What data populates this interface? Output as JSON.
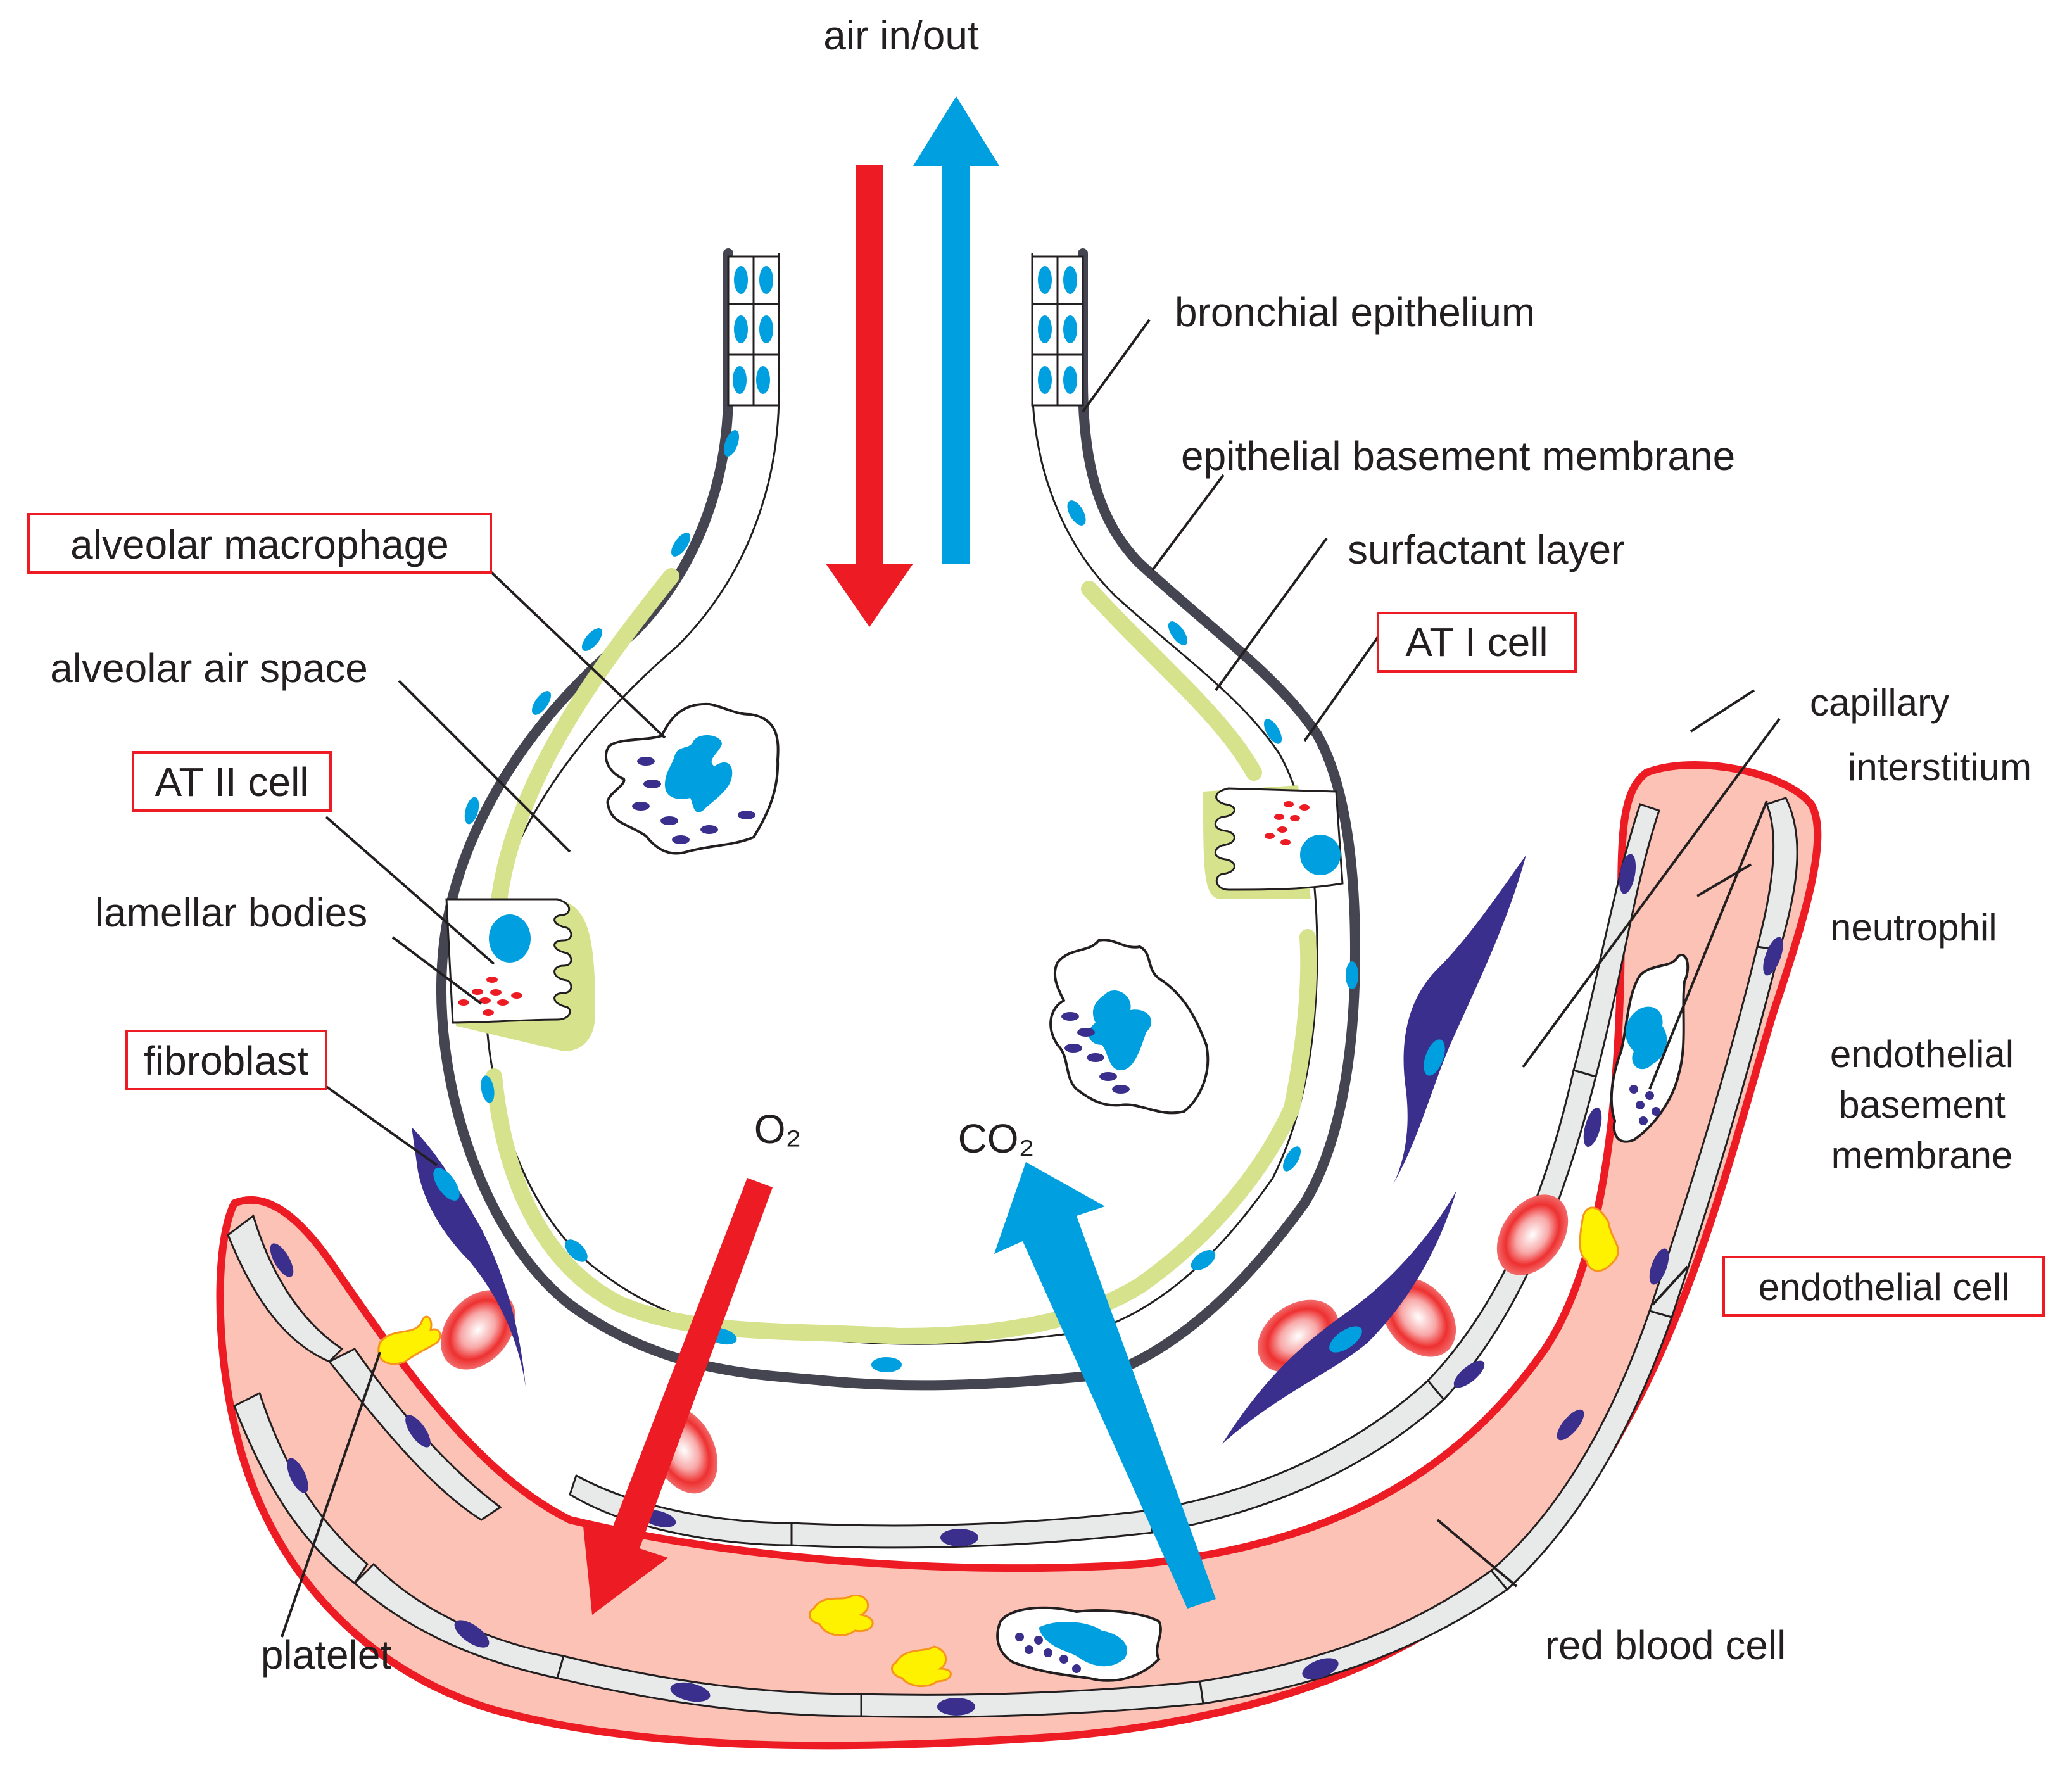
{
  "title": "Alveolar-capillary gas exchange diagram",
  "top_label": "air in/out",
  "gas_labels": {
    "o2": "O₂",
    "co2": "CO₂"
  },
  "labels": {
    "alveolar_macrophage": "alveolar macrophage",
    "alveolar_air_space": "alveolar air space",
    "at2_cell": "AT II cell",
    "lamellar_bodies": "lamellar bodies",
    "fibroblast": "fibroblast",
    "platelet": "platelet",
    "bronchial_epithelium": "bronchial epithelium",
    "epithelial_basement_membrane": "epithelial basement membrane",
    "surfactant_layer": "surfactant layer",
    "at1_cell": "AT I cell",
    "capillary": "capillary",
    "interstitium": "interstitium",
    "neutrophil": "neutrophil",
    "endothelial_basement_membrane_1": "endothelial",
    "endothelial_basement_membrane_2": "basement",
    "endothelial_basement_membrane_3": "membrane",
    "endothelial_cell": "endothelial cell",
    "red_blood_cell": "red blood cell"
  },
  "boxed_labels": [
    "alveolar macrophage",
    "AT II cell",
    "fibroblast",
    "AT I cell",
    "endothelial cell"
  ],
  "colors": {
    "o2_arrow": "#ed1c24",
    "co2_arrow": "#00a0e0",
    "label_box_border": "#ed1c24",
    "surfactant": "#d6e28c",
    "capillary_lumen": "#fbc2b5",
    "capillary_wall": "#ed1c24",
    "epithelial_nucleus": "#00a0e0",
    "endothelial_nucleus": "#3a2f8c",
    "platelet": "#fff200",
    "basement_membrane": "#454552"
  }
}
